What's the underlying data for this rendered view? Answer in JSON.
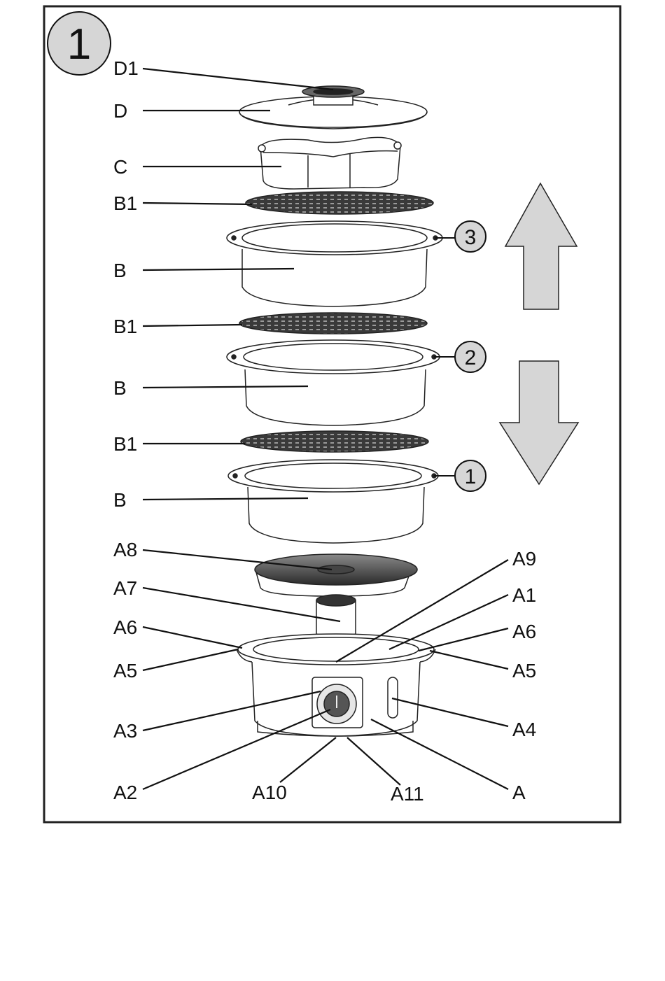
{
  "figure_number": "1",
  "labels": {
    "D1": "D1",
    "D": "D",
    "C": "C",
    "B1_top": "B1",
    "B_top": "B",
    "B1_mid": "B1",
    "B_mid": "B",
    "B1_bot": "B1",
    "B_bot": "B",
    "A8": "A8",
    "A7": "A7",
    "A6_left": "A6",
    "A5_left": "A5",
    "A3": "A3",
    "A2": "A2",
    "A10": "A10",
    "A11": "A11",
    "A9": "A9",
    "A1": "A1",
    "A6_right": "A6",
    "A5_right": "A5",
    "A4": "A4",
    "A": "A"
  },
  "tier_numbers": {
    "tier3": "3",
    "tier2": "2",
    "tier1": "1"
  },
  "colors": {
    "border": "#222222",
    "line": "#111111",
    "fill_grey": "#d6d6d6",
    "mesh": "#3a3a3a"
  }
}
